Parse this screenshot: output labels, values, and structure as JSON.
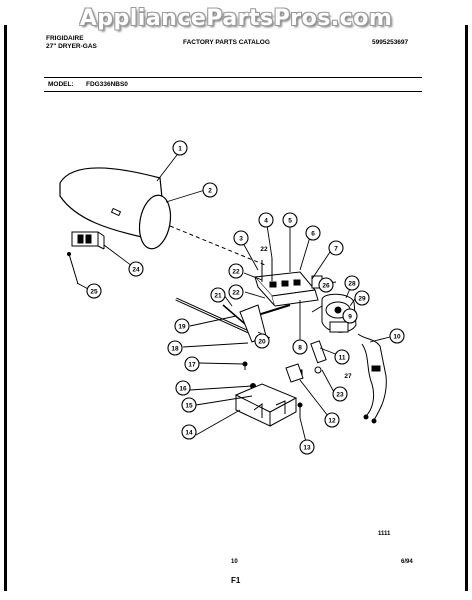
{
  "watermark": "AppliancePartsPros.com",
  "header": {
    "brand": "FRIGIDAIRE",
    "product": "27\" DRYER-GAS",
    "catalog_title": "FACTORY PARTS CATALOG",
    "catalog_number": "5995253697",
    "model_label": "MODEL:",
    "model_number": "FDG336NBS0"
  },
  "callouts": [
    "1",
    "2",
    "3",
    "4",
    "5",
    "6",
    "7",
    "8",
    "9",
    "10",
    "11",
    "12",
    "13",
    "14",
    "15",
    "16",
    "17",
    "18",
    "19",
    "20",
    "21",
    "22",
    "22",
    "22",
    "23",
    "24",
    "25",
    "26",
    "27",
    "28",
    "29"
  ],
  "footer": {
    "figure_code": "1111",
    "page_number": "10",
    "date": "6/94",
    "figure_id": "F1"
  }
}
